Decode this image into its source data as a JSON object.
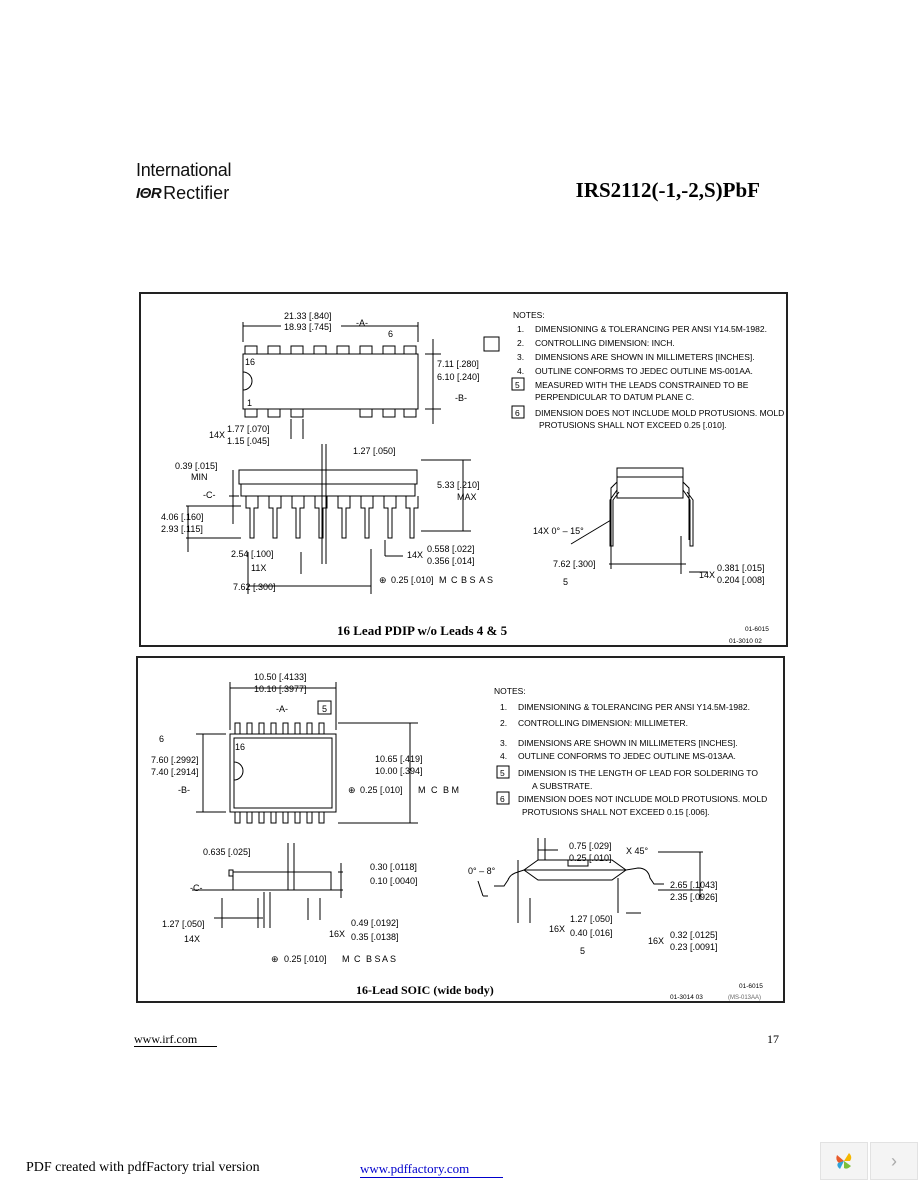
{
  "header": {
    "logo_line1": "International",
    "logo_mark": "IΘR",
    "logo_line2": "Rectifier",
    "part_number": "IRS2112(-1,-2,S)PbF"
  },
  "pdip": {
    "caption": "16 Lead PDIP w/o Leads 4 & 5",
    "code1": "01-6015",
    "code2": "01-3010 02",
    "pin16": "16",
    "pin1": "1",
    "notes_title": "NOTES:",
    "notes": [
      {
        "num": "1.",
        "text": "DIMENSIONING & TOLERANCING PER ANSI Y14.5M-1982."
      },
      {
        "num": "2.",
        "text": "CONTROLLING DIMENSION: INCH."
      },
      {
        "num": "3.",
        "text": "DIMENSIONS ARE SHOWN IN MILLIMETERS [INCHES]."
      },
      {
        "num": "4.",
        "text": "OUTLINE CONFORMS TO JEDEC OUTLINE MS-001AA."
      },
      {
        "num": "5",
        "text": "MEASURED WITH THE LEADS CONSTRAINED TO BE",
        "text2": "PERPENDICULAR TO DATUM PLANE C."
      },
      {
        "num": "6",
        "text": "DIMENSION DOES NOT INCLUDE MOLD PROTUSIONS. MOLD",
        "text2": "PROTUSIONS SHALL NOT EXCEED 0.25 [.010]."
      }
    ],
    "dims": {
      "len_max": "21.33 [.840]",
      "len_min": "18.93 [.745]",
      "datum_a": "-A-",
      "note6": "6",
      "width_max": "7.11 [.280]",
      "width_min": "6.10 [.240]",
      "datum_b": "-B-",
      "lead_w_max": "1.77 [.070]",
      "lead_w_min": "1.15 [.045]",
      "lead_w_qty": "14X",
      "pitch_127": "1.27 [.050]",
      "standoff": "0.39 [.015]",
      "standoff_min": "MIN",
      "datum_c": "-C-",
      "height_max": "5.33 [.210]",
      "height_max_label": "MAX",
      "lead_len_max": "4.06 [.160]",
      "lead_len_min": "2.93 [.115]",
      "pitch_254": "2.54 [.100]",
      "pitch_qty": "11X",
      "lead_t_qty": "14X",
      "lead_t_max": "0.558 [.022]",
      "lead_t_min": "0.356 [.014]",
      "row_spacing": "7.62 [.300]",
      "tol_frame": [
        "⊕",
        "0.25 [.010]",
        "M",
        "C",
        "B S",
        "A S"
      ],
      "angle": "14X 0° – 15°",
      "side_spacing": "7.62 [.300]",
      "note5": "5",
      "side_t_qty": "14X",
      "side_t_max": "0.381 [.015]",
      "side_t_min": "0.204 [.008]"
    }
  },
  "soic": {
    "caption": "16-Lead SOIC  (wide body)",
    "code1": "01-6015",
    "code2": "01-3014 03",
    "code3": "(MS-013AA)",
    "pin16": "16",
    "notes_title": "NOTES:",
    "notes": [
      {
        "num": "1.",
        "text": "DIMENSIONING & TOLERANCING PER ANSI Y14.5M-1982."
      },
      {
        "num": "2.",
        "text": "CONTROLLING DIMENSION: MILLIMETER."
      },
      {
        "num": "3.",
        "text": "DIMENSIONS ARE SHOWN IN MILLIMETERS [INCHES]."
      },
      {
        "num": "4.",
        "text": "OUTLINE CONFORMS TO JEDEC OUTLINE MS-013AA."
      },
      {
        "num": "5",
        "text": "DIMENSION IS THE LENGTH OF LEAD FOR SOLDERING TO",
        "text2": "A SUBSTRATE."
      },
      {
        "num": "6",
        "text": "DIMENSION DOES NOT INCLUDE MOLD PROTUSIONS. MOLD",
        "text2": "PROTUSIONS SHALL NOT EXCEED 0.15 [.006]."
      }
    ],
    "dims": {
      "len_max": "10.50 [.4133]",
      "len_min": "10.10 [.3977]",
      "datum_a": "-A-",
      "note5": "5",
      "note6": "6",
      "w_max": "7.60 [.2992]",
      "w_min": "7.40 [.2914]",
      "datum_b": "-B-",
      "span_max": "10.65 [.419]",
      "span_min": "10.00 [.394]",
      "tol_frame_b": [
        "⊕",
        "0.25 [.010]",
        "M",
        "C",
        "B M"
      ],
      "pitch": "0.635 [.025]",
      "datum_c": "-C-",
      "standoff_max": "0.30 [.0118]",
      "standoff_min": "0.10 [.0040]",
      "pitch_127": "1.27 [.050]",
      "pitch_qty": "14X",
      "lead_w_qty": "16X",
      "lead_w_max": "0.49 [.0192]",
      "lead_w_min": "0.35 [.0138]",
      "tol_frame": [
        "⊕",
        "0.25 [.010]",
        "M",
        "C",
        "B S",
        "A S"
      ],
      "chamfer_max": "0.75 [.029]",
      "chamfer_min": "0.25 [.010]",
      "chamfer_angle": "X 45°",
      "angle": "0° – 8°",
      "height_max": "2.65 [.1043]",
      "height_min": "2.35 [.0926]",
      "foot_qty": "16X",
      "foot_max": "1.27 [.050]",
      "foot_min": "0.40 [.016]",
      "note5b": "5",
      "t_qty": "16X",
      "t_max": "0.32 [.0125]",
      "t_min": "0.23 [.0091]"
    }
  },
  "footer": {
    "website": "www.irf.com",
    "page_number": "17"
  },
  "pdf_bar": {
    "note": "PDF created with pdfFactory trial version",
    "link": "www.pdffactory.com"
  }
}
